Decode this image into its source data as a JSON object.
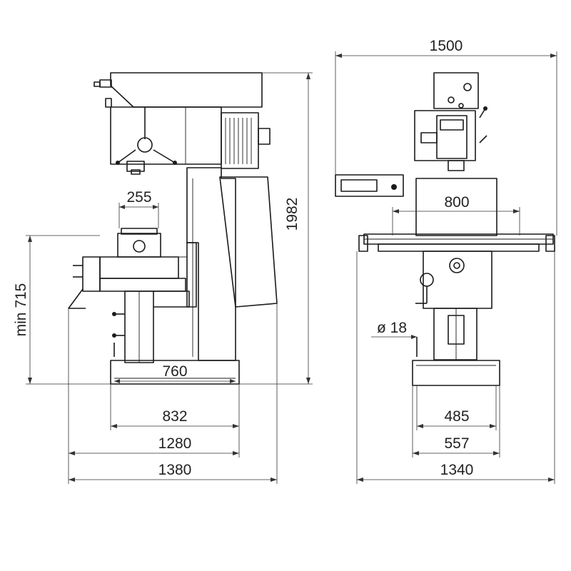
{
  "labels": {
    "d1500": "1500",
    "d1982": "1982",
    "d255": "255",
    "d800": "800",
    "dmin715": "min 715",
    "d18": "ø 18",
    "d760": "760",
    "d832": "832",
    "d485": "485",
    "d1280": "1280",
    "d557": "557",
    "d1380": "1380",
    "d1340": "1340"
  }
}
